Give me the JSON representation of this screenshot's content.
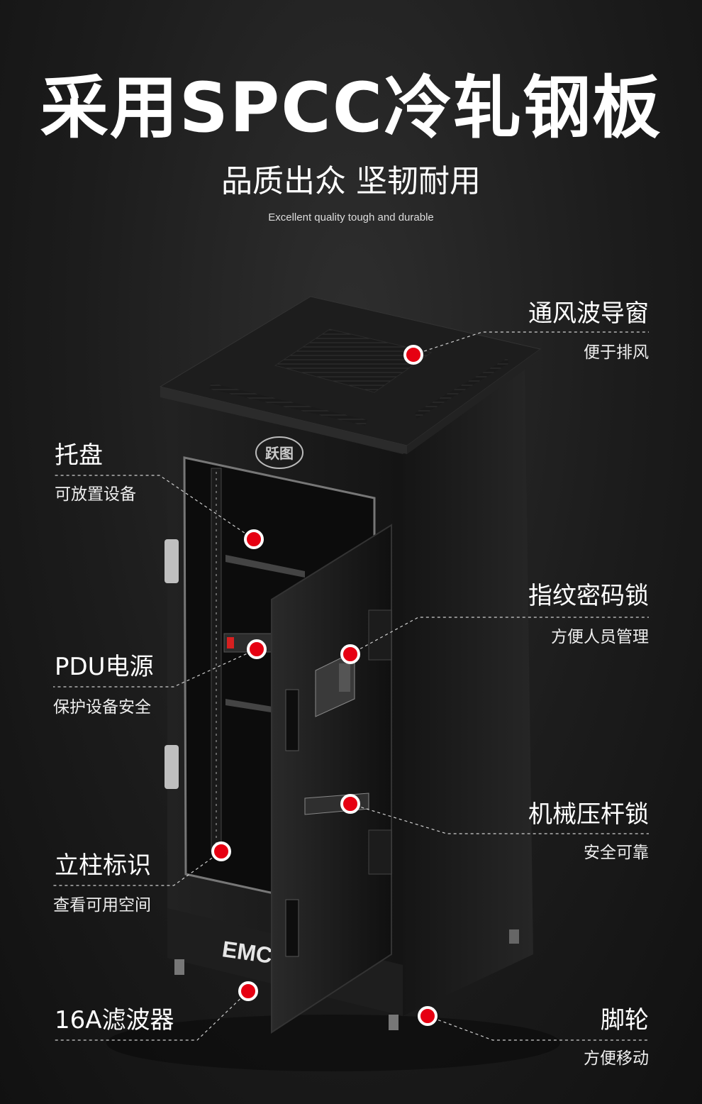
{
  "header": {
    "title": "采用SPCC冷轧钢板",
    "subtitle": "品质出众 坚韧耐用",
    "tagline": "Excellent quality tough and durable"
  },
  "cabinet": {
    "logo": "跃图",
    "base_text": "EMC"
  },
  "callouts": {
    "vent": {
      "title": "通风波导窗",
      "desc": "便于排风"
    },
    "tray": {
      "title": "托盘",
      "desc": "可放置设备"
    },
    "lock_fingerprint": {
      "title": "指纹密码锁",
      "desc": "方便人员管理"
    },
    "pdu": {
      "title": "PDU电源",
      "desc": "保护设备安全"
    },
    "lock_mechanical": {
      "title": "机械压杆锁",
      "desc": "安全可靠"
    },
    "column": {
      "title": "立柱标识",
      "desc": "查看可用空间"
    },
    "filter": {
      "title": "16A滤波器",
      "desc": ""
    },
    "caster": {
      "title": "脚轮",
      "desc": "方便移动"
    }
  },
  "colors": {
    "marker": "#e60012",
    "background": "#1c1c1c",
    "text": "#ffffff"
  }
}
